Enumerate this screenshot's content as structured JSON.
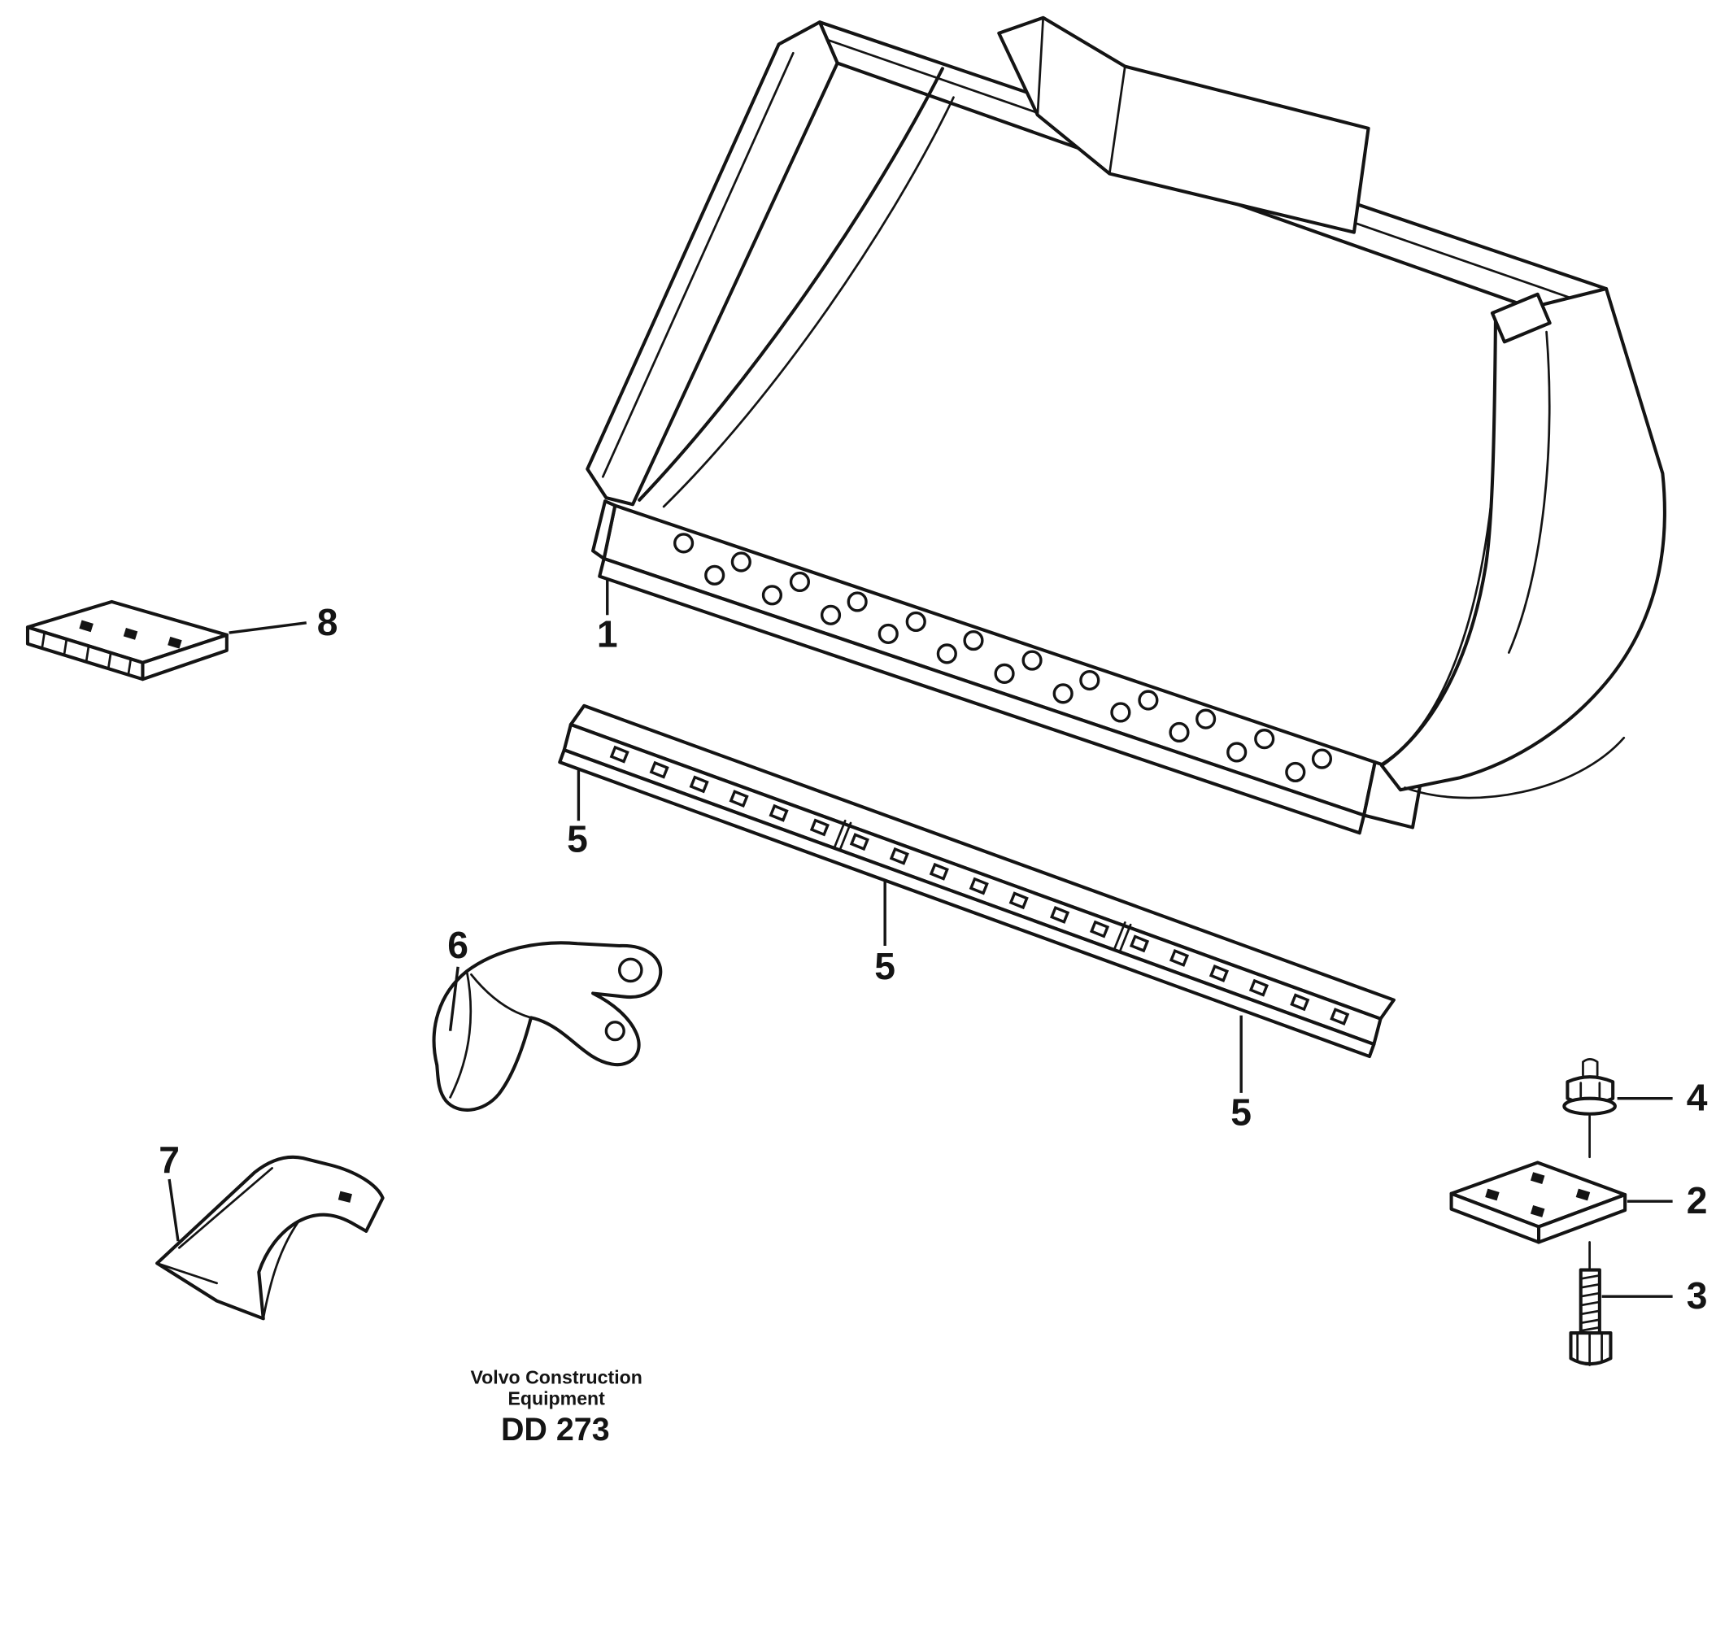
{
  "diagram": {
    "title_block": {
      "brand_line1": "Volvo Construction",
      "brand_line2": "Equipment",
      "drawing_code": "DD 273"
    },
    "callouts": {
      "c1": "1",
      "c2": "2",
      "c3": "3",
      "c4": "4",
      "c5a": "5",
      "c5b": "5",
      "c5c": "5",
      "c6": "6",
      "c7": "7",
      "c8": "8"
    },
    "colors": {
      "line": "#141414",
      "background": "#ffffff"
    }
  }
}
